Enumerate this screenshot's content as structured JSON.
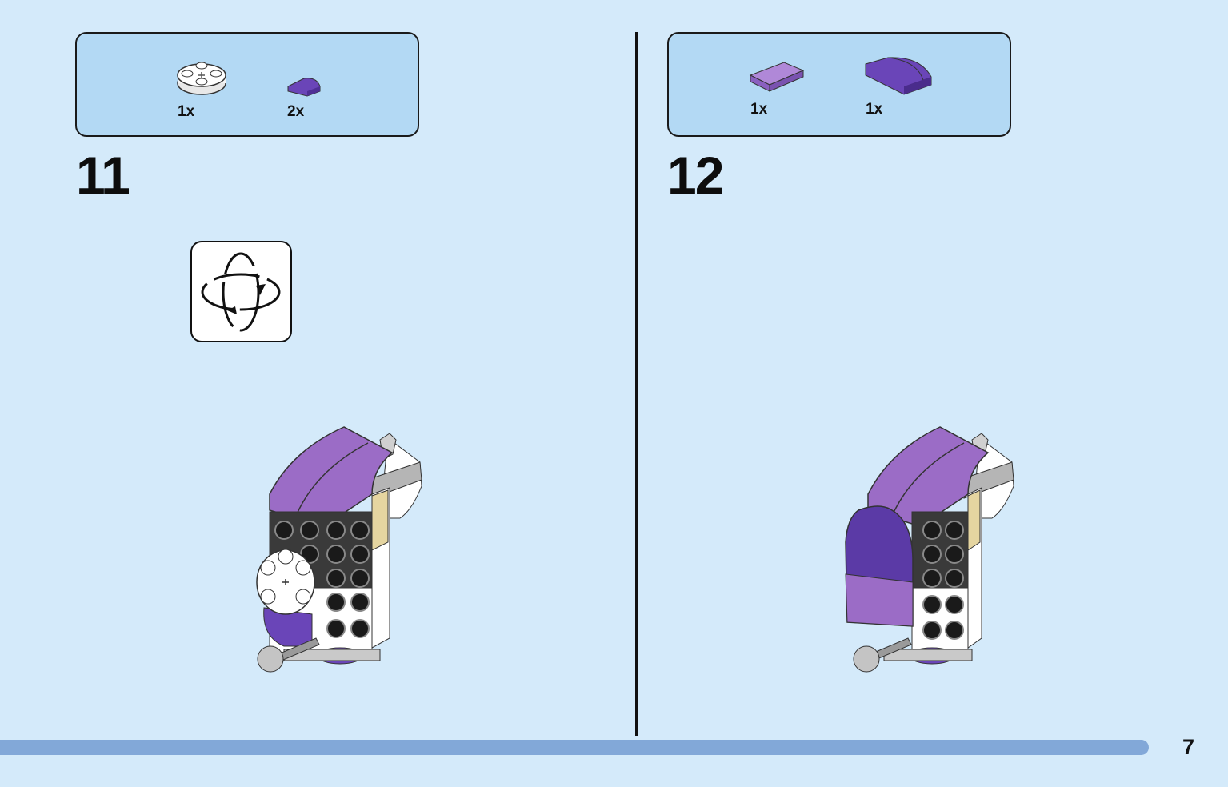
{
  "steps": [
    {
      "number": "11",
      "parts": [
        {
          "qty": "1x",
          "icon": "white-round-plate-icon"
        },
        {
          "qty": "2x",
          "icon": "purple-curved-slope-icon"
        }
      ]
    },
    {
      "number": "12",
      "parts": [
        {
          "qty": "1x",
          "icon": "lavender-tile-icon"
        },
        {
          "qty": "1x",
          "icon": "purple-curved-brick-icon"
        }
      ]
    }
  ],
  "rotate_icon": "rotate-model-icon",
  "page_number": "7",
  "colors": {
    "background": "#d4eafa",
    "parts_box": "#b3d9f4",
    "progress_bar": "#82a8d8",
    "lavender": "#9b6cc6",
    "dark_purple": "#5b3aa6"
  }
}
